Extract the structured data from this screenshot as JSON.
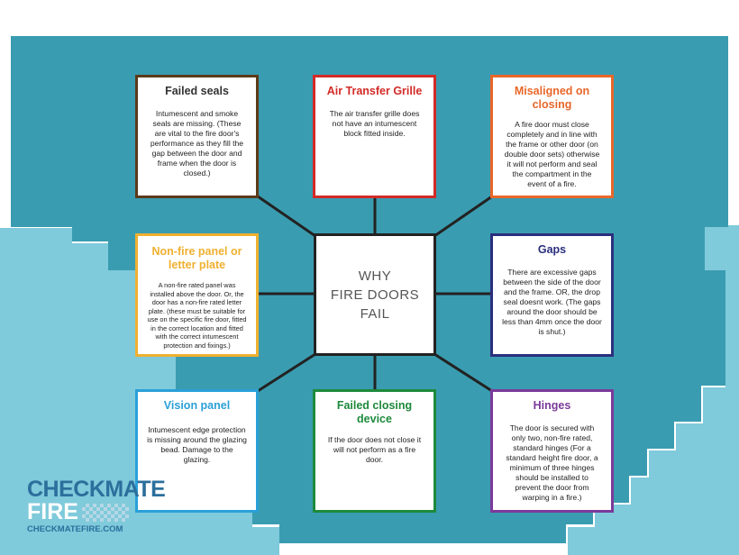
{
  "center": {
    "title": "WHY\nFIRE DOORS\nFAIL"
  },
  "boxes": [
    {
      "key": "failed_seals",
      "title": "Failed seals",
      "body": "Intumescent and smoke seals are missing. (These are vital to the fire door's performance as they fill the gap between the door and frame when the door is closed.)",
      "color": "#5c3a1a"
    },
    {
      "key": "air_transfer_grille",
      "title": "Air Transfer Grille",
      "body": "The air transfer grille does not have an intumescent block fitted inside.",
      "color": "#d22b27"
    },
    {
      "key": "misaligned",
      "title": "Misaligned on closing",
      "body": "A fire door must close completely and in line with the frame or other door (on double door sets) otherwise it will not perform and seal the compartment in the event of a fire.",
      "color": "#e8672a"
    },
    {
      "key": "non_fire_panel",
      "title": "Non-fire panel or letter plate",
      "body": "A non-fire rated panel was installed above the door. Or, the door has a non-fire rated letter plate. (these must be suitable for use on the specific fire door, fitted in the correct location and fitted with the correct intumescent protection and fixings.)",
      "color": "#f0b030"
    },
    {
      "key": "gaps",
      "title": "Gaps",
      "body": "There are excessive gaps between the side of the door and the frame. OR, the drop seal doesnt work. (The gaps around the door should be less than 4mm once the door is shut.)",
      "color": "#2b2f7e"
    },
    {
      "key": "vision_panel",
      "title": "Vision panel",
      "body": "Intumescent edge protection is missing around the glazing bead. Damage to the glazing.",
      "color": "#2aa0d8"
    },
    {
      "key": "failed_closing",
      "title": "Failed closing device",
      "body": "If the door does not close it will not perform as a fire door.",
      "color": "#1e8a3c"
    },
    {
      "key": "hinges",
      "title": "Hinges",
      "body": "The door is secured with only two, non-fire rated, standard hinges (For a standard height fire door, a minimum of three hinges should be installed to prevent the door from warping in a fire.)",
      "color": "#7b3a9a"
    }
  ],
  "logo": {
    "line1": "CHECKMATE",
    "line2": "FIRE",
    "line3": "CHECKMATEFIRE.COM"
  },
  "colors": {
    "bg_dark": "#3a9cb0",
    "bg_light": "#78c7d8",
    "line": "#222222"
  }
}
